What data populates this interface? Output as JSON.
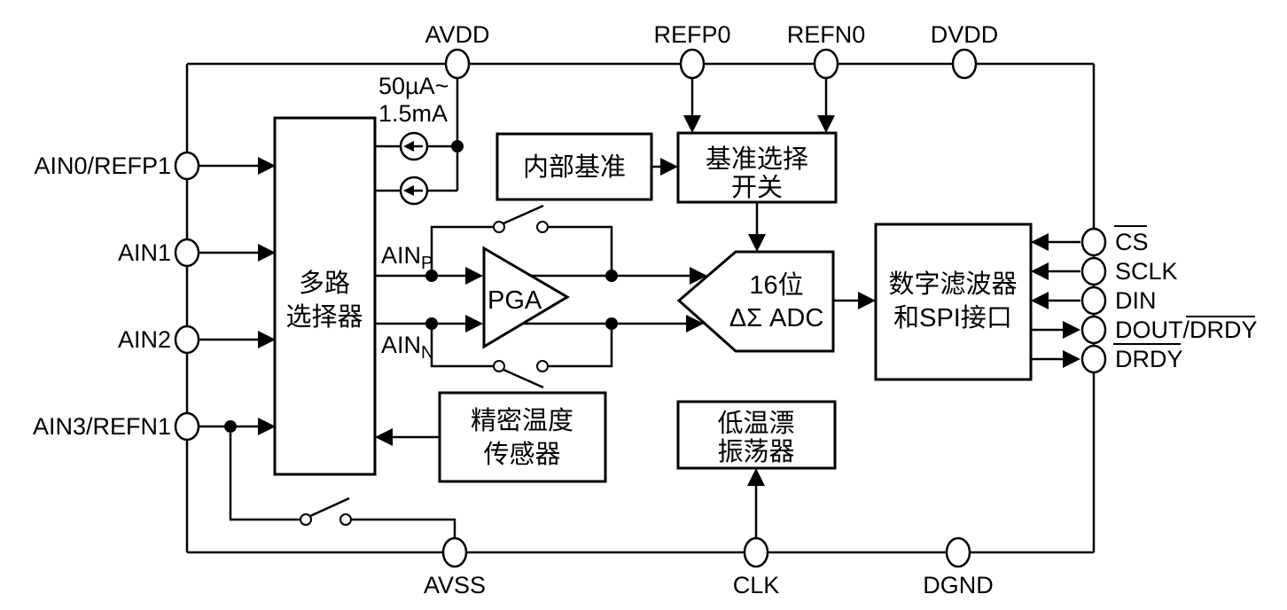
{
  "colors": {
    "stroke": "#000000",
    "background": "#ffffff",
    "text": "#000000"
  },
  "pins": {
    "top": [
      "AVDD",
      "REFP0",
      "REFN0",
      "DVDD"
    ],
    "bottom": [
      "AVSS",
      "CLK",
      "DGND"
    ],
    "left": [
      "AIN0/REFP1",
      "AIN1",
      "AIN2",
      "AIN3/REFN1"
    ],
    "right": {
      "cs": "CS",
      "sclk": "SCLK",
      "din": "DIN",
      "dout": "DOUT",
      "slash": "/",
      "dout_drdy": "DRDY",
      "drdy": "DRDY"
    }
  },
  "blocks": {
    "mux": {
      "line1": "多路",
      "line2": "选择器"
    },
    "internal_ref": {
      "label": "内部基准"
    },
    "ref_select": {
      "line1": "基准选择",
      "line2": "开关"
    },
    "pga": {
      "label": "PGA"
    },
    "adc": {
      "line1": "16位",
      "line2": "ΔΣ ADC"
    },
    "digital_filter": {
      "line1": "数字滤波器",
      "line2": "和SPI接口"
    },
    "temp_sensor": {
      "line1": "精密温度",
      "line2": "传感器"
    },
    "oscillator": {
      "line1": "低温漂",
      "line2": "振荡器"
    }
  },
  "annotations": {
    "current_range_line1": "50µA~",
    "current_range_line2": "1.5mA",
    "ain_base": "AIN",
    "ainp_sub": "P",
    "ainn_sub": "N"
  }
}
